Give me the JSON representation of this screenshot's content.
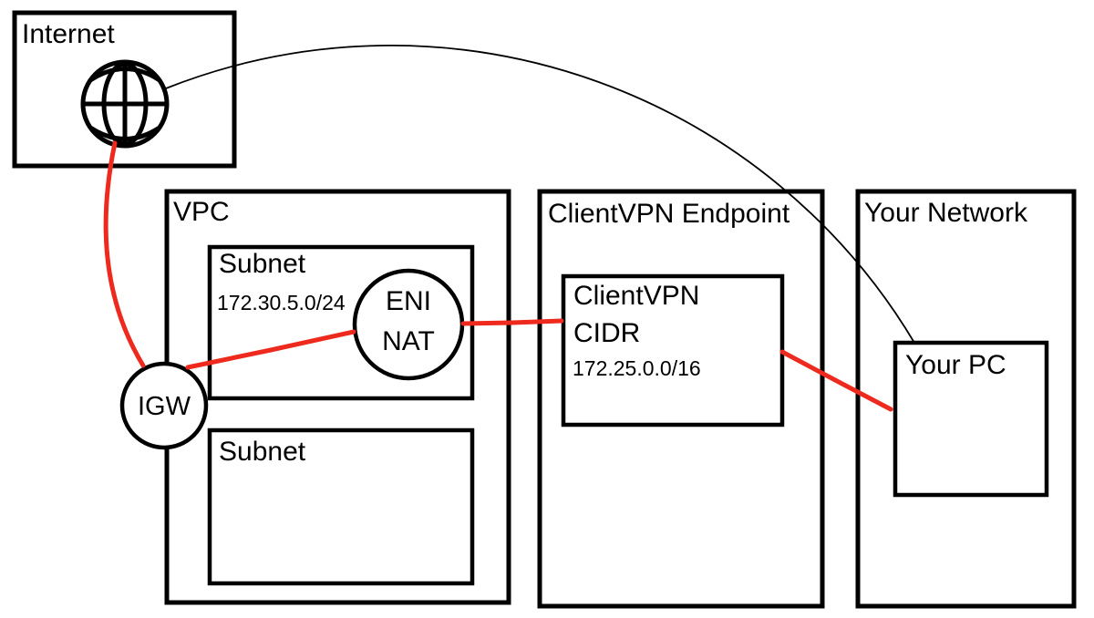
{
  "colors": {
    "stroke": "#000000",
    "accent": "#ee2a1e",
    "background": "#ffffff"
  },
  "nodes": {
    "internet": {
      "label": "Internet"
    },
    "vpc": {
      "label": "VPC"
    },
    "subnet_a": {
      "label": "Subnet",
      "cidr": "172.30.5.0/24"
    },
    "subnet_b": {
      "label": "Subnet"
    },
    "eni_nat": {
      "line1": "ENI",
      "line2": "NAT"
    },
    "igw": {
      "label": "IGW"
    },
    "clientvpn_endpoint": {
      "label": "ClientVPN Endpoint"
    },
    "clientvpn_cidr": {
      "title": "ClientVPN",
      "subtitle": "CIDR",
      "cidr": "172.25.0.0/16"
    },
    "your_network": {
      "label": "Your Network"
    },
    "your_pc": {
      "label": "Your PC"
    }
  }
}
